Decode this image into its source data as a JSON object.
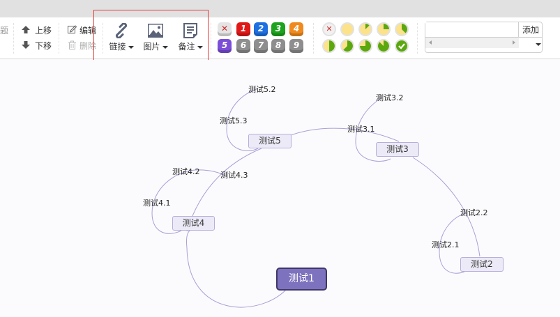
{
  "toolbar": {
    "partial_label": "题",
    "move_up": "上移",
    "move_down": "下移",
    "edit": "编辑",
    "delete": "删除",
    "link": "链接",
    "image": "图片",
    "note": "备注",
    "priority": {
      "remove_icon": "x-icon",
      "items": [
        {
          "label": "1",
          "color": "#e01818"
        },
        {
          "label": "2",
          "color": "#1e6fe0"
        },
        {
          "label": "3",
          "color": "#1ea31e"
        },
        {
          "label": "4",
          "color": "#f08a1e"
        },
        {
          "label": "5",
          "color": "#7c4ed8"
        },
        {
          "label": "6",
          "color": "#8e8e8e"
        },
        {
          "label": "7",
          "color": "#8e8e8e"
        },
        {
          "label": "8",
          "color": "#8e8e8e"
        },
        {
          "label": "9",
          "color": "#8e8e8e"
        }
      ]
    },
    "progress": {
      "remove_icon": "x-icon",
      "levels": [
        0,
        0.125,
        0.25,
        0.375,
        0.5,
        0.625,
        0.75,
        0.875,
        1
      ]
    },
    "resource": {
      "input_value": "",
      "add_label": "添加"
    }
  },
  "mindmap": {
    "root": {
      "label": "测试1"
    },
    "nodes": [
      {
        "id": "n2",
        "label": "测试2"
      },
      {
        "id": "n3",
        "label": "测试3"
      },
      {
        "id": "n4",
        "label": "测试4"
      },
      {
        "id": "n5",
        "label": "测试5"
      }
    ],
    "leaves": [
      {
        "id": "l21",
        "label": "测试2.1"
      },
      {
        "id": "l22",
        "label": "测试2.2"
      },
      {
        "id": "l31",
        "label": "测试3.1"
      },
      {
        "id": "l32",
        "label": "测试3.2"
      },
      {
        "id": "l41",
        "label": "测试4.1"
      },
      {
        "id": "l42",
        "label": "测试4.2"
      },
      {
        "id": "l43",
        "label": "测试4.3"
      },
      {
        "id": "l52",
        "label": "测试5.2"
      },
      {
        "id": "l53",
        "label": "测试5.3"
      }
    ],
    "link_color": "#a89fd6"
  }
}
